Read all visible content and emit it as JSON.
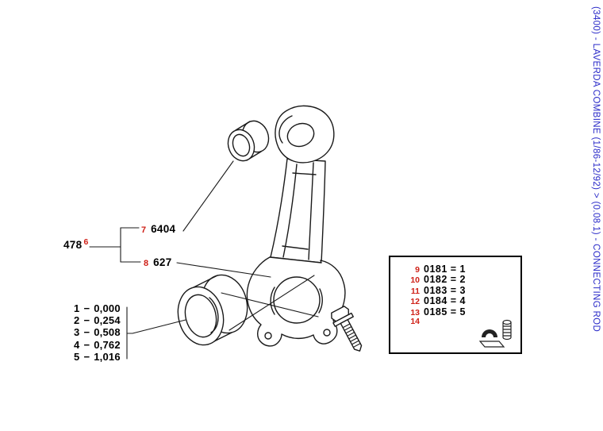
{
  "side_title": "(3400) - LAVERDA COMBINE (1/86-12/92) > (0.08.1) - CONNECTING ROD",
  "colors": {
    "callout": "#cf2017",
    "title": "#2929c8",
    "ink": "#1a1a1a"
  },
  "main_label": {
    "part": "478",
    "callout": "6"
  },
  "callout_rows": {
    "bush_small": {
      "callout": "7",
      "part": "6404"
    },
    "bush_big": {
      "callout": "8",
      "part": "627"
    }
  },
  "size_list": {
    "separator": "−",
    "rows": [
      {
        "index": "1",
        "value": "0,000"
      },
      {
        "index": "2",
        "value": "0,254"
      },
      {
        "index": "3",
        "value": "0,508"
      },
      {
        "index": "4",
        "value": "0,762"
      },
      {
        "index": "5",
        "value": "1,016"
      }
    ]
  },
  "bearing_box": {
    "rows": [
      {
        "callout": "9",
        "text": "0181 = 1"
      },
      {
        "callout": "10",
        "text": "0182 = 2"
      },
      {
        "callout": "11",
        "text": "0183 = 3"
      },
      {
        "callout": "12",
        "text": "0184 = 4"
      },
      {
        "callout": "13",
        "text": "0185 = 5"
      },
      {
        "callout": "14",
        "text": ""
      }
    ]
  }
}
